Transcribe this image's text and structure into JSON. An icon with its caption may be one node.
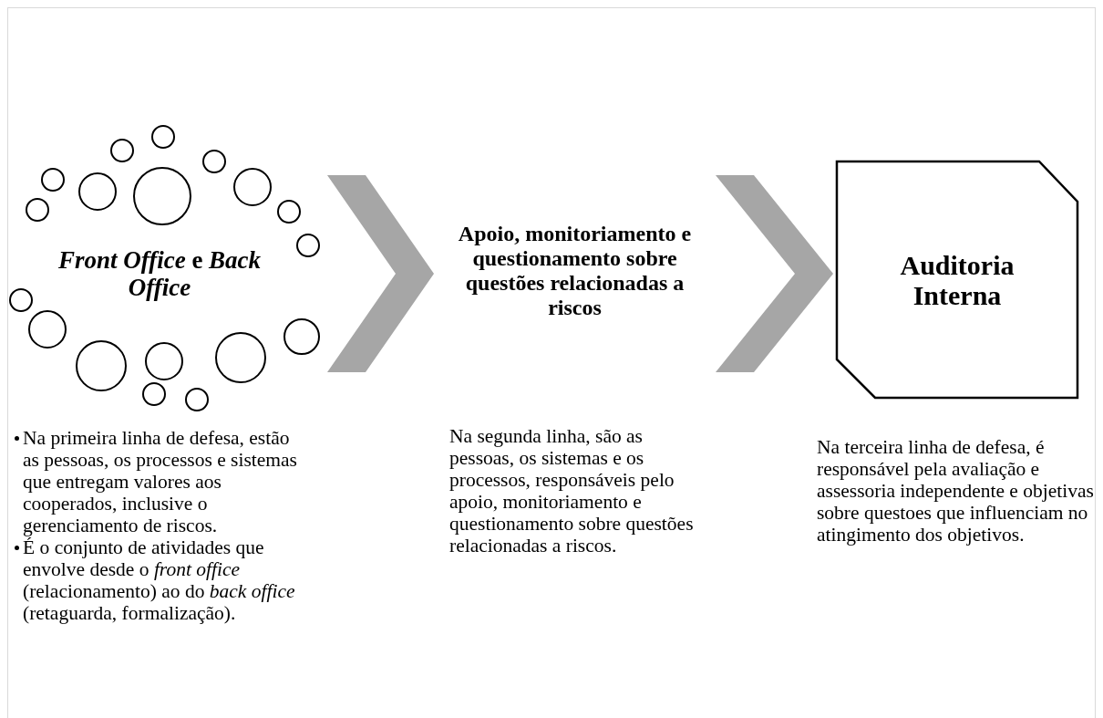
{
  "diagram": {
    "nodes": [
      {
        "text": [
          "*Front Office* e *Back Office*"
        ],
        "beside": [
          "Na primeira linha de defesa, estão as pessoas, os processos e sistemas que entregam valores aos cooperados, inclusive o gerenciamento de riscos.",
          "É o conjunto de atividades que envolve desde o *front office* (relacionamento) ao do *back office* (retaguarda, formalização)."
        ]
      },
      {
        "text": [
          "Apoio, monitoriamento e questionamento sobre questões relacionadas a riscos"
        ]
      },
      {
        "text": [
          "Auditoria Interna"
        ],
        "beside": [
          "Na terceira linha de defesa, é responsável pela avaliação e assessoria independente e objetivas sobre questoes que influenciam no atingimento dos objetivos."
        ]
      }
    ],
    "edges": [
      {
        "from": 0,
        "to": 1,
        "arrow": "to",
        "style": "thick",
        "color": "#a6a6a6"
      },
      {
        "from": 1,
        "to": 2,
        "arrow": "to",
        "style": "thick",
        "color": "#a6a6a6"
      }
    ],
    "labels": [
      "Na segunda linha, são as pessoas, os sistemas e os processos, responsáveis pelo apoio, monitoriamento e questionamento sobre questões relacionadas a riscos."
    ]
  }
}
